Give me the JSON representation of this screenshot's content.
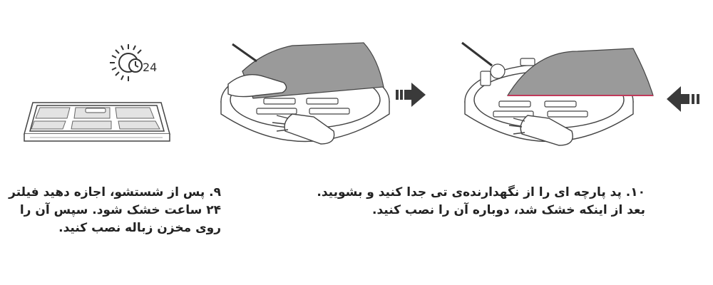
{
  "step9": {
    "timer_label": "24",
    "lines": [
      "۹. پس از شستشو، اجازه دهید فیلتر",
      "۲۴ ساعت خشک شود. سپس آن را",
      "روی مخزن زباله نصب کنید."
    ]
  },
  "step10": {
    "lines": [
      "۱۰. پد پارچه ای را از نگهدارنده‌ی تی جدا کنید و بشویید.",
      "بعد از اینکه خشک شد، دوباره آن را نصب کنید."
    ]
  },
  "icons": {
    "sun": "sun-icon",
    "clock": "clock-icon",
    "arrow_right": "arrow-right-icon",
    "arrow_left": "arrow-left-icon"
  },
  "colors": {
    "line": "#444444",
    "pad_fill": "#9a9a9a",
    "pad_edge": "#c0395a",
    "arrow": "#3a3a3a"
  }
}
